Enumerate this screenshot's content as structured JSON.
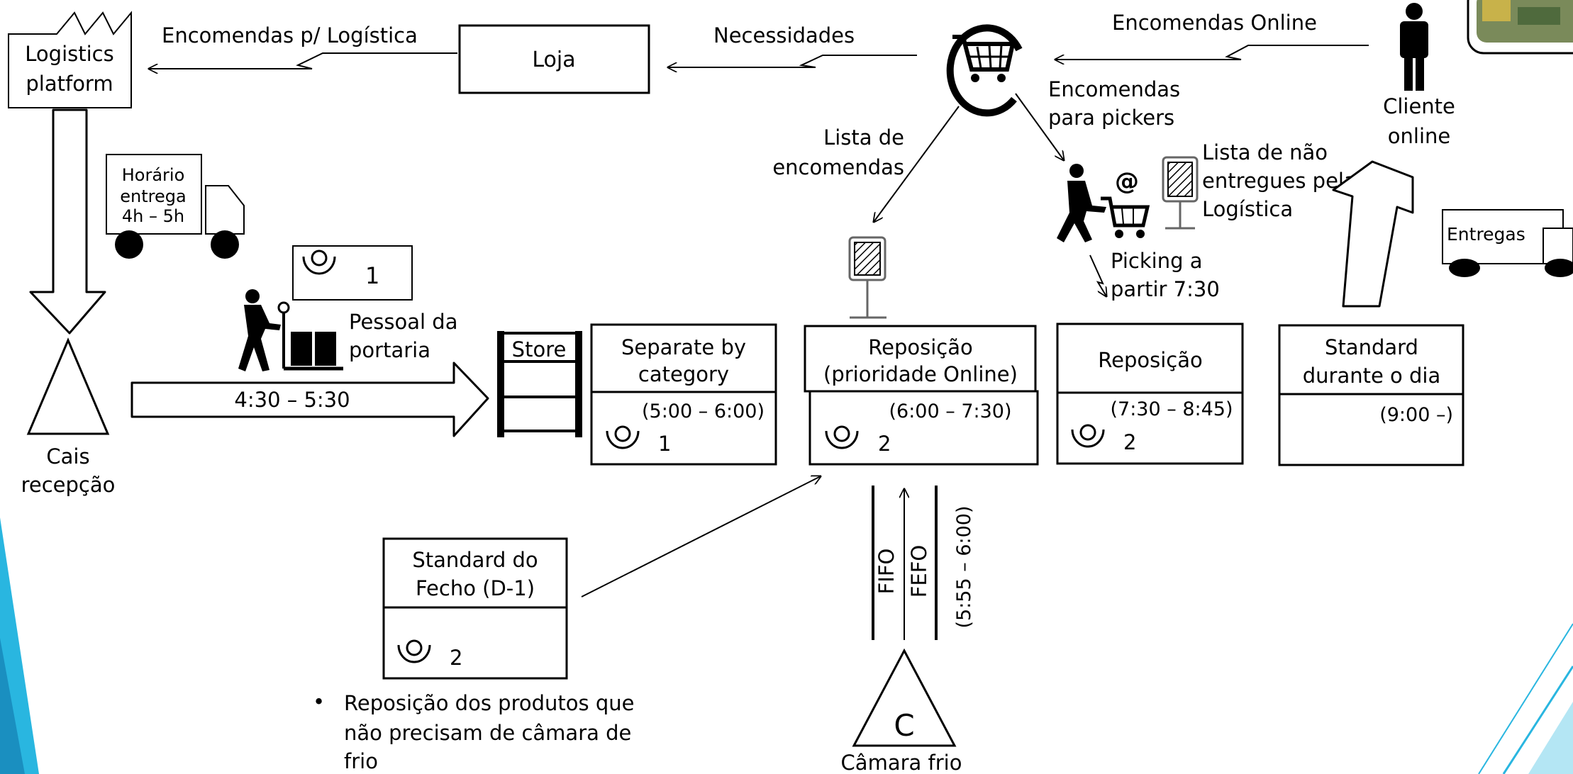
{
  "labels": {
    "logistics_platform_line1": "Logistics",
    "logistics_platform_line2": "platform",
    "encomendas_logistica": "Encomendas p/ Logística",
    "loja": "Loja",
    "necessidades": "Necessidades",
    "encomendas_online": "Encomendas Online",
    "cliente_online_line1": "Cliente",
    "cliente_online_line2": "online",
    "encomendas_pickers_line1": "Encomendas",
    "encomendas_pickers_line2": "para pickers",
    "lista_encomendas_line1": "Lista de",
    "lista_encomendas_line2": "encomendas",
    "lista_nao_entregues_line1": "Lista de não",
    "lista_nao_entregues_line2": "entregues pela",
    "lista_nao_entregues_line3": "Logística",
    "horario_line1": "Horário",
    "horario_line2": "entrega",
    "horario_line3": "4h – 5h",
    "entregas": "Entregas",
    "picking_line1": "Picking a",
    "picking_line2": "partir 7:30",
    "operator_count_1": "1",
    "pessoal_line1": "Pessoal da",
    "pessoal_line2": "portaria",
    "dock_time": "4:30 – 5:30",
    "cais_line1": "Cais",
    "cais_line2": "recepção",
    "store": "Store",
    "camara_letter": "C",
    "camara_frio": "Câmara frio",
    "fifo": "FIFO",
    "fefo": "FEFO",
    "cold_time": "(5:55 – 6:00)"
  },
  "process_boxes": {
    "separate": {
      "title_line1": "Separate by",
      "title_line2": "category",
      "time": "(5:00 – 6:00)",
      "operators": "1"
    },
    "reposicao_online": {
      "title_line1": "Reposição",
      "title_line2": "(prioridade Online)",
      "time": "(6:00 – 7:30)",
      "operators": "2"
    },
    "reposicao": {
      "title_line1": "Reposição",
      "time": "(7:30 – 8:45)",
      "operators": "2"
    },
    "standard_dia": {
      "title_line1": "Standard",
      "title_line2": "durante o dia",
      "time": "(9:00 –)"
    },
    "standard_fecho": {
      "title_line1": "Standard do",
      "title_line2": "Fecho (D-1)",
      "operators": "2"
    }
  },
  "bullet_note": {
    "line1": "Reposição dos produtos que",
    "line2": "não precisam de câmara de",
    "line3": "frio"
  },
  "colors": {
    "accent_cyan": "#29b6e0",
    "line": "#000000"
  },
  "icons": [
    "factory-icon",
    "truck-icon",
    "operator-icon",
    "worker-pallet-icon",
    "store-shelf-icon",
    "online-cart-icon",
    "person-icon",
    "picker-cart-icon",
    "clipboard-icon",
    "triangle-inventory-icon"
  ]
}
